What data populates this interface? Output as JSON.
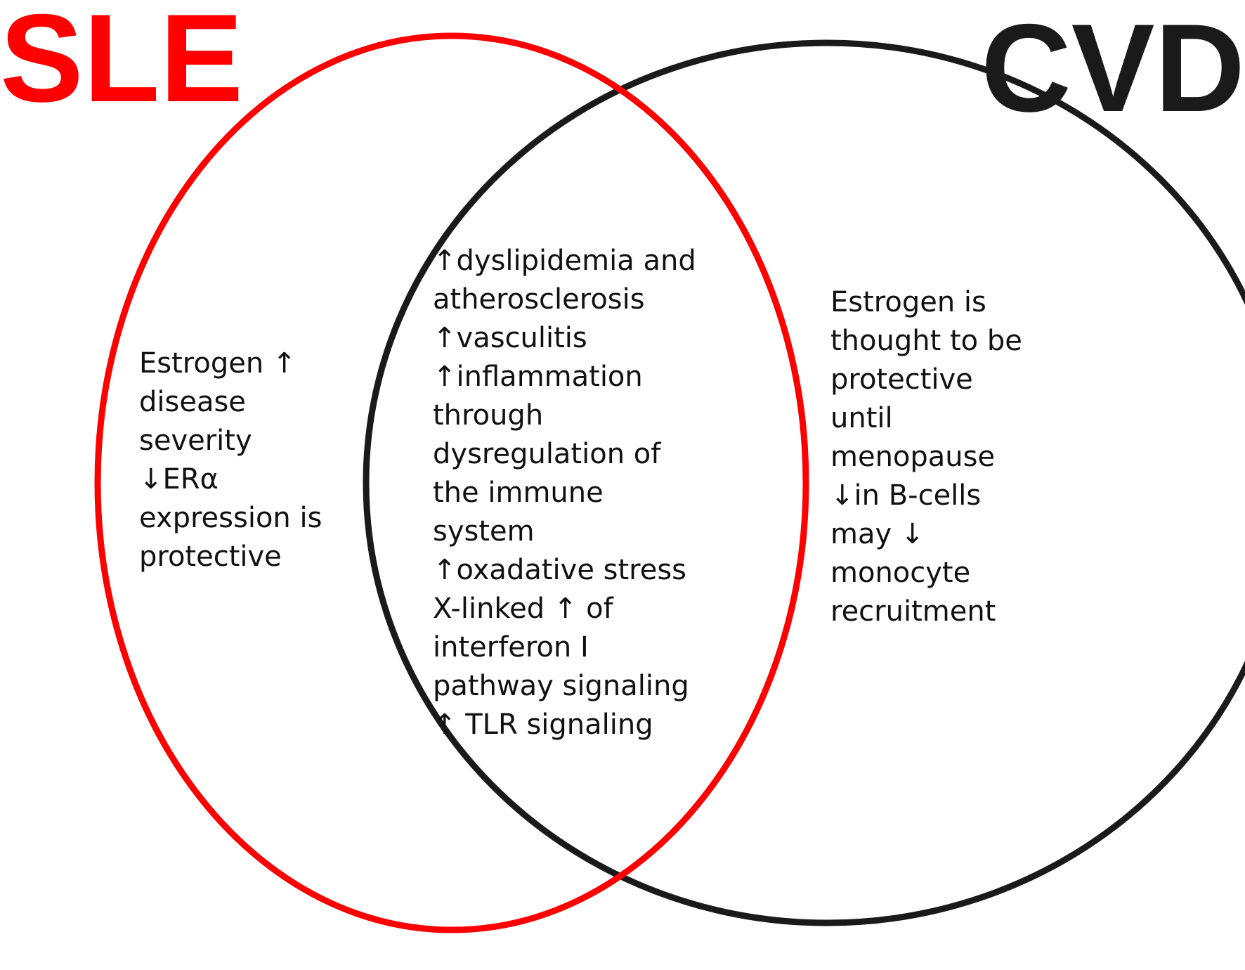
{
  "diagram": {
    "type": "venn",
    "sets": [
      {
        "id": "sle",
        "label": "SLE",
        "color": "#ff0000"
      },
      {
        "id": "cvd",
        "label": "CVD",
        "color": "#1a1a1a"
      }
    ],
    "regions": {
      "sle_only": [
        "Estrogen ↑",
        "disease",
        "severity",
        "↓ERα",
        "expression is",
        "protective"
      ],
      "shared": [
        "↑dyslipidemia and",
        "atherosclerosis",
        "↑vasculitis",
        "↑inflammation",
        "through",
        "dysregulation of",
        "the immune",
        "system",
        "↑oxadative stress",
        "X-linked ↑ of",
        "interferon I",
        "pathway signaling",
        "↑ TLR signaling"
      ],
      "cvd_only": [
        "Estrogen is",
        "thought to be",
        "protective",
        "until",
        "menopause",
        "↓in B-cells",
        "may ↓",
        "monocyte",
        "recruitment"
      ]
    }
  }
}
